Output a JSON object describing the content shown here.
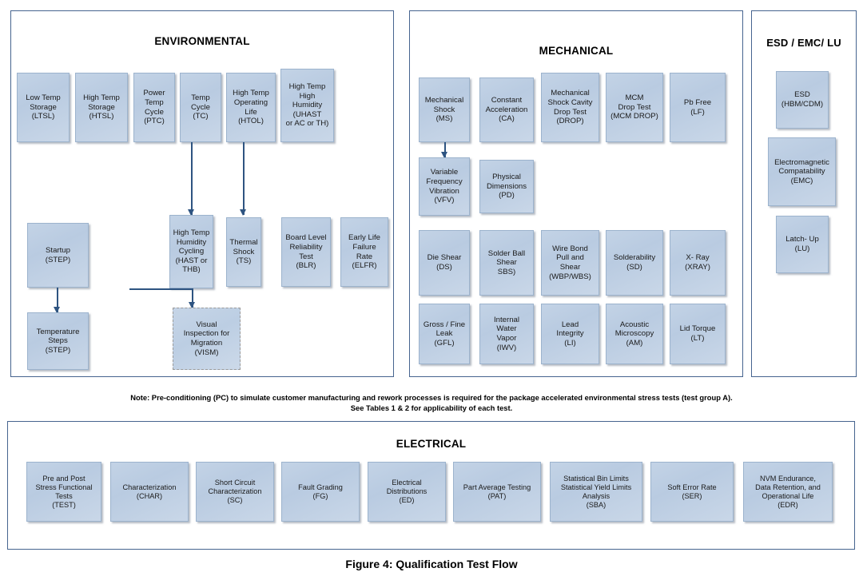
{
  "figure": {
    "caption": "Figure 4:  Qualification Test Flow",
    "note_line1": "Note:  Pre-conditioning (PC) to simulate customer manufacturing and rework processes is required for the package accelerated environmental stress tests (test group A).",
    "note_line2": "See Tables 1 & 2 for applicability of each test."
  },
  "colors": {
    "panel_border": "#46648f",
    "box_fill_top": "#c3d3e6",
    "box_fill_bottom": "#b9cbe1",
    "box_border": "#9cb3cd",
    "arrow": "#2e5481",
    "dashed_border": "#9a9a9a",
    "text": "#1a1a1a",
    "background": "#ffffff"
  },
  "panels": {
    "environmental": {
      "title": "ENVIRONMENTAL",
      "boxes": [
        {
          "label": "Low Temp\nStorage\n(LTSL)"
        },
        {
          "label": "High Temp\nStorage\n(HTSL)"
        },
        {
          "label": "Power\nTemp\nCycle\n(PTC)"
        },
        {
          "label": "Temp\nCycle\n(TC)"
        },
        {
          "label": "High Temp\nOperating\nLife\n(HTOL)"
        },
        {
          "label": "High Temp\nHigh\nHumidity\n(UHAST\nor AC or TH)"
        },
        {
          "label": "Startup\n(STEP)"
        },
        {
          "label": "High Temp\nHumidity\nCycling\n(HAST or\nTHB)"
        },
        {
          "label": "Thermal\nShock\n(TS)"
        },
        {
          "label": "Board Level\nReliability\nTest\n(BLR)"
        },
        {
          "label": "Early Life\nFailure\nRate\n(ELFR)"
        },
        {
          "label": "Temperature\nSteps\n(STEP)"
        },
        {
          "label": "Visual\nInspection for\nMigration\n(VISM)"
        }
      ]
    },
    "mechanical": {
      "title": "MECHANICAL",
      "boxes": [
        {
          "label": "Mechanical\nShock\n(MS)"
        },
        {
          "label": "Constant\nAcceleration\n(CA)"
        },
        {
          "label": "Mechanical\nShock Cavity\nDrop Test\n(DROP)"
        },
        {
          "label": "MCM\nDrop Test\n(MCM DROP)"
        },
        {
          "label": "Pb Free\n(LF)"
        },
        {
          "label": "Variable\nFrequency\nVibration\n(VFV)"
        },
        {
          "label": "Physical\nDimensions\n(PD)"
        },
        {
          "label": "Die Shear\n(DS)"
        },
        {
          "label": "Solder Ball\nShear\nSBS)"
        },
        {
          "label": "Wire Bond\nPull and\nShear\n(WBP/WBS)"
        },
        {
          "label": "Solderability\n(SD)"
        },
        {
          "label": "X- Ray\n(XRAY)"
        },
        {
          "label": "Gross / Fine\nLeak\n(GFL)"
        },
        {
          "label": "Internal\nWater\nVapor\n(IWV)"
        },
        {
          "label": "Lead\nIntegrity\n(LI)"
        },
        {
          "label": "Acoustic\nMicroscopy\n(AM)"
        },
        {
          "label": "Lid Torque\n(LT)"
        }
      ]
    },
    "esd": {
      "title": "ESD / EMC/ LU",
      "boxes": [
        {
          "label": "ESD\n(HBM/CDM)"
        },
        {
          "label": "Electromagnetic\nCompatability\n(EMC)"
        },
        {
          "label": "Latch- Up\n(LU)"
        }
      ]
    },
    "electrical": {
      "title": "ELECTRICAL",
      "boxes": [
        {
          "label": "Pre and Post\nStress Functional\nTests\n(TEST)"
        },
        {
          "label": "Characterization\n(CHAR)"
        },
        {
          "label": "Short Circuit\nCharacterization\n(SC)"
        },
        {
          "label": "Fault Grading\n(FG)"
        },
        {
          "label": "Electrical\nDistributions\n(ED)"
        },
        {
          "label": "Part Average Testing\n(PAT)"
        },
        {
          "label": "Statistical Bin Limits\nStatistical Yield Limits\nAnalysis\n(SBA)"
        },
        {
          "label": "Soft Error Rate\n(SER)"
        },
        {
          "label": "NVM Endurance,\nData Retention, and\nOperational Life\n(EDR)"
        }
      ]
    }
  }
}
